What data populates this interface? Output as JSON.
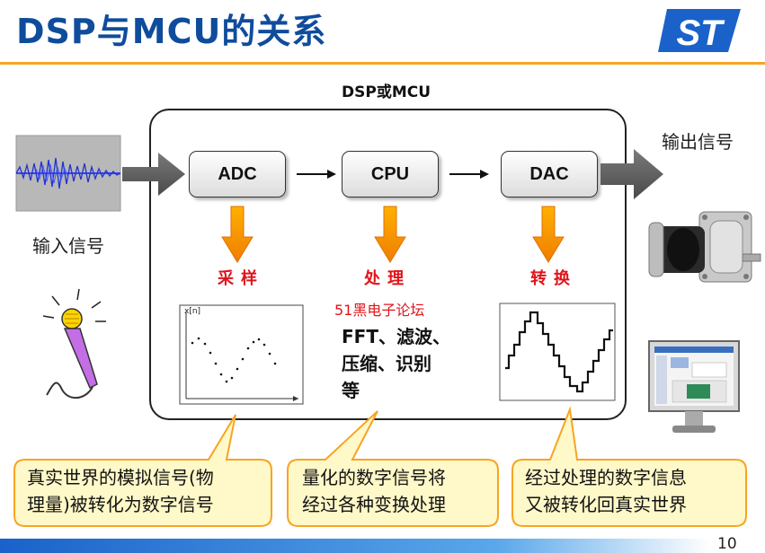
{
  "title": "DSP与MCU的关系",
  "logo_text": "ST",
  "section_label": "DSP或MCU",
  "blocks": {
    "adc": "ADC",
    "cpu": "CPU",
    "dac": "DAC"
  },
  "steps": {
    "sampling": "采样",
    "processing": "处理",
    "conversion": "转换"
  },
  "labels": {
    "input": "输入信号",
    "output": "输出信号"
  },
  "watermark": "51黑电子论坛",
  "processing_text": {
    "line1": "FFT、滤波、",
    "line2": "压缩、识别",
    "line3": "等"
  },
  "plot_axis_label": "x[n]",
  "callouts": {
    "left": {
      "line1": "真实世界的模拟信号(物",
      "line2": "理量)被转化为数字信号"
    },
    "middle": {
      "line1": "量化的数字信号将",
      "line2": "经过各种变换处理"
    },
    "right": {
      "line1": "经过处理的数字信息",
      "line2": "又被转化回真实世界"
    }
  },
  "colors": {
    "title": "#0f4c9c",
    "accent": "#f7a423",
    "step_text": "#e0141b",
    "callout_fill": "#fff8c8"
  },
  "page_number": "10"
}
